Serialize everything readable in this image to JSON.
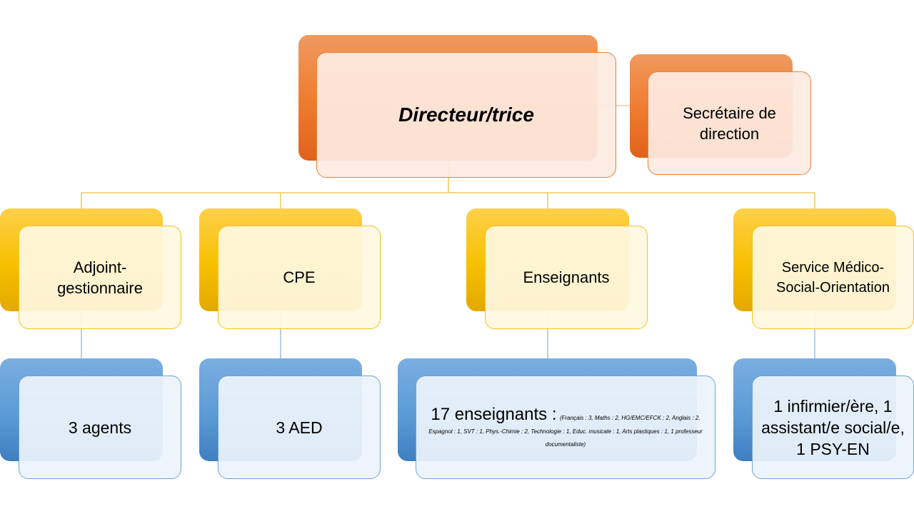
{
  "nodes": {
    "director": "Directeur/trice",
    "secretary": "Secrétaire de direction",
    "adjoint": "Adjoint-gestionnaire",
    "cpe": "CPE",
    "enseignants": "Enseignants",
    "medico": "Service Médico-Social-Orientation",
    "agents": "3 agents",
    "aed": "3 AED",
    "teachers_main": "17 enseignants :",
    "teachers_detail": "(Français : 3, Maths : 2,  HG/EMC/EFCK : 2, Anglais : 2, Espagnol : 1, SVT : 1, Phys.-Chimie : 2, Technologie : 1, Educ. musicale : 1, Arts plastiques : 1, 1 professeur documentaliste)",
    "medico_staff": "1 infirmier/ère, 1 assistant/e social/e, 1 PSY-EN"
  },
  "colors": {
    "orange": "#ef7a2d",
    "yellow": "#f7c000",
    "blue": "#5b9bd5"
  }
}
